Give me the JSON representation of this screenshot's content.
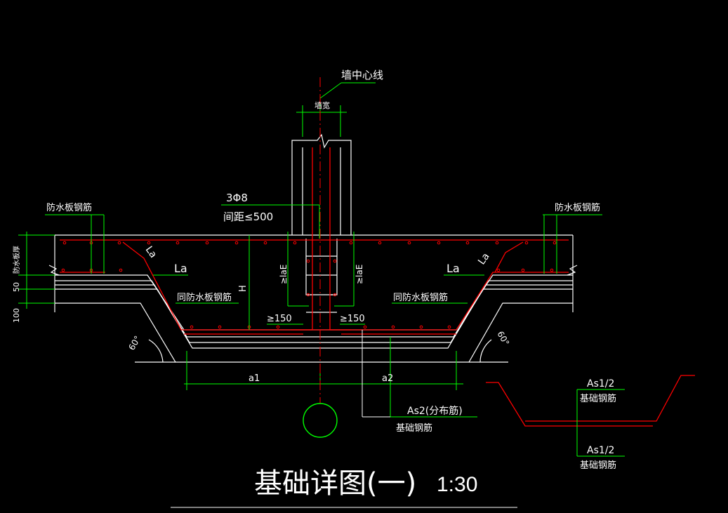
{
  "labels": {
    "wall_centerline": "墙中心线",
    "wall_width": "墙宽",
    "rebar_3phi8": "3Φ8",
    "spacing": "间距≤500",
    "wp_rebar_left": "防水板钢筋",
    "wp_rebar_right": "防水板钢筋",
    "wp_thickness": "防水板厚",
    "dim_50": "50",
    "dim_100": "100",
    "la_diag_left": "La",
    "la_left": "La",
    "la_diag_right": "La",
    "la_right": "La",
    "same_left": "同防水板钢筋",
    "same_right": "同防水板钢筋",
    "h": "H",
    "lae_left": "≥laE",
    "lae_right": "≥laE",
    "ge150_left": "≥150",
    "ge150_right": "≥150",
    "angle_left": "60°",
    "angle_right": "60°",
    "a1": "a1",
    "a2": "a2",
    "as2": "As2(分布筋)",
    "base_rebar_center": "基础钢筋",
    "as12_top": "As1/2",
    "base_rebar_top": "基础钢筋",
    "as12_bottom": "As1/2",
    "base_rebar_bottom": "基础钢筋",
    "title": "基础详图(一)",
    "scale": "1:30"
  },
  "colors": {
    "background": "#000000",
    "linework": "#ffffff",
    "rebar": "#ff0000",
    "leader": "#00ff00",
    "axis_circle": "#00ff00"
  }
}
